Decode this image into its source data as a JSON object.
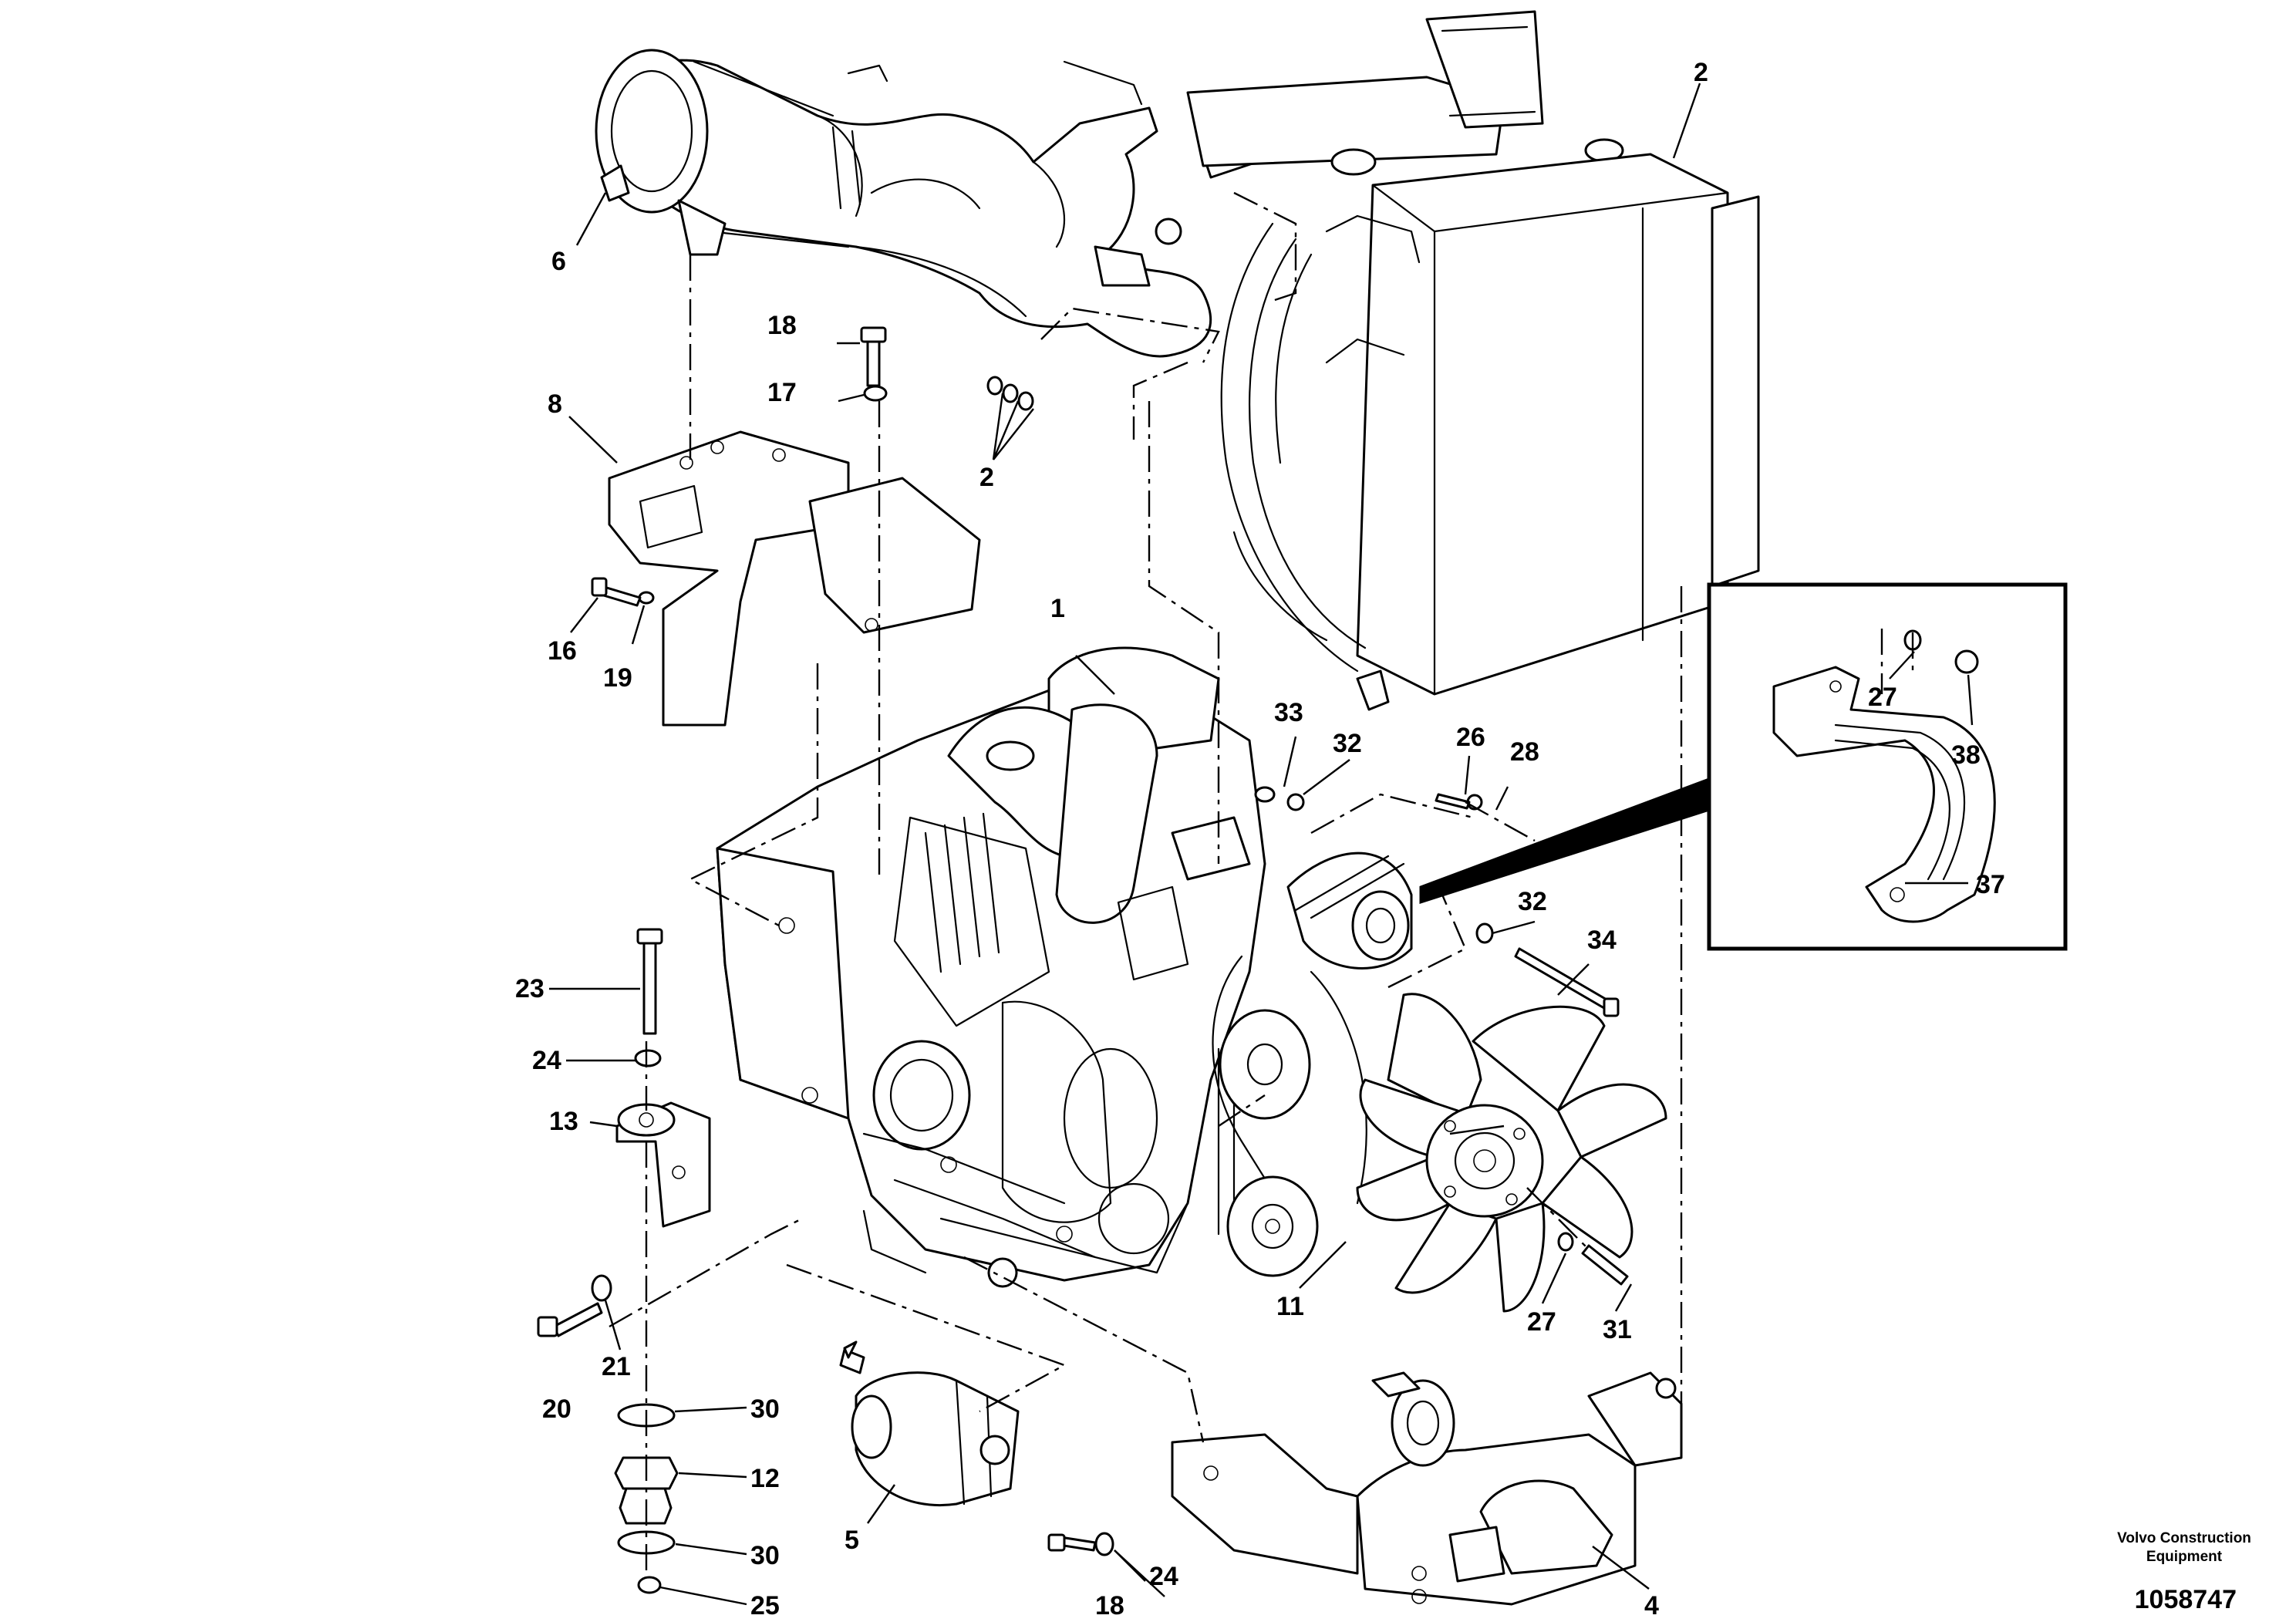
{
  "callouts": {
    "c1": "1",
    "c2a": "2",
    "c2b": "2",
    "c4": "4",
    "c5": "5",
    "c6": "6",
    "c8": "8",
    "c11": "11",
    "c12": "12",
    "c13": "13",
    "c16": "16",
    "c17": "17",
    "c18a": "18",
    "c18b": "18",
    "c19": "19",
    "c20": "20",
    "c21": "21",
    "c23": "23",
    "c24a": "24",
    "c24b": "24",
    "c25": "25",
    "c26": "26",
    "c27a": "27",
    "c27b": "27",
    "c28": "28",
    "c30a": "30",
    "c30b": "30",
    "c31": "31",
    "c32a": "32",
    "c32b": "32",
    "c33": "33",
    "c34": "34",
    "c37": "37",
    "c38": "38"
  },
  "credit": {
    "line1": "Volvo Construction",
    "line2": "Equipment"
  },
  "doc_number": "1058747",
  "colors": {
    "ink": "#000000",
    "paper": "#ffffff"
  }
}
